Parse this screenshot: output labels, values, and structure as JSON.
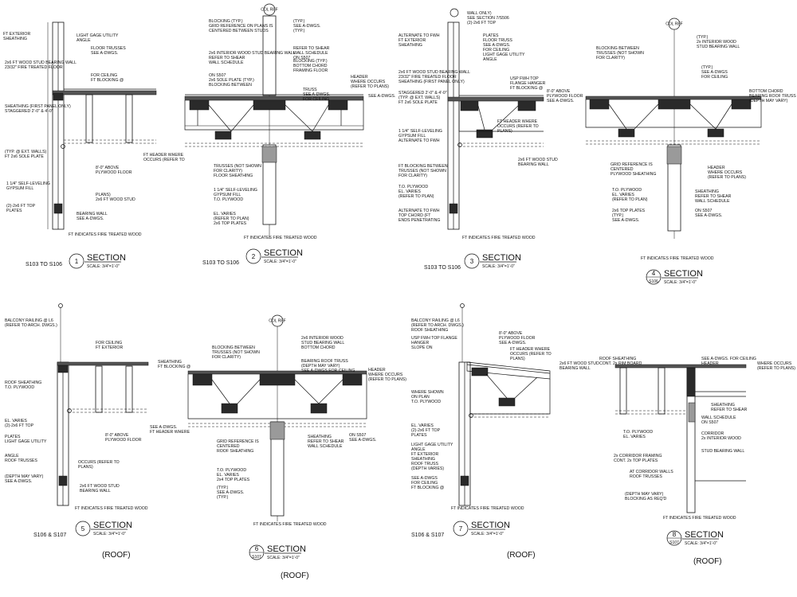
{
  "sections": [
    {
      "id": "s1",
      "num": "1",
      "title": "SECTION",
      "scale": "SCALE: 3/4\"=1'-0\"",
      "sheet_ref": "S103 TO S106",
      "note": "FT INDICATES FIRE TREATED WOOD",
      "labels": [
        "FT EXTERIOR",
        "SHEATHING",
        "2x6 FT WOOD STUD BEARING WALL",
        "23/32\" FIRE TREATED FLOOR",
        "SHEATHING (FIRST PANEL ONLY)",
        "STAGGERED 2'-0\" & 4'-0\"",
        "(TYP. @ EXT. WALLS)",
        "FT 2x6 SOLE PLATE",
        "1 1/4\" SELF-LEVELING",
        "GYPSUM FILL",
        "(2)-2x6 FT TOP",
        "PLATES",
        "LIGHT GAGE UTILITY",
        "ANGLE",
        "FLOOR TRUSSES",
        "SEE A-DWGS.",
        "FOR CEILING",
        "FT BLOCKING @",
        "8'-0\" ABOVE",
        "PLYWOOD FLOOR",
        "FT HEADER WHERE",
        "OCCURS (REFER TO",
        "PLANS)",
        "2x6 FT WOOD STUD",
        "BEARING WALL",
        "SEE A-DWGS."
      ]
    },
    {
      "id": "s2",
      "num": "2",
      "title": "SECTION",
      "scale": "SCALE: 3/4\"=1'-0\"",
      "sheet_ref": "S103 TO S106",
      "note": "FT INDICATES FIRE TREATED WOOD",
      "grid": "COL REF",
      "labels": [
        "BLOCKING (TYP.)",
        "GRID REFERENCE ON PLANS IS",
        "CENTERED BETWEEN STUDS",
        "2x6 INTERIOR WOOD STUD BEARING WALL",
        "REFER TO SHEAR",
        "WALL SCHEDULE",
        "ON S507",
        "2x6 SOLE PLATE (TYP.)",
        "BLOCKING BETWEEN",
        "TRUSSES (NOT SHOWN",
        "FOR CLARITY)",
        "FLOOR SHEATHING",
        "1 1/4\" SELF-LEVELING",
        "GYPSUM FILL",
        "T.O. PLYWOOD",
        "EL. VARIES",
        "(REFER TO PLAN)",
        "2x6 TOP PLATES",
        "(TYP.)",
        "SEE A-DWGS.",
        "(TYP.)",
        "REFER TO SHEAR",
        "WALL SCHEDULE",
        "ON S507",
        "BLOCKING (TYP.)",
        "BOTTOM CHORD",
        "FRAMING FLOOR",
        "TRUSS",
        "SEE A-DWGS.",
        "FOR CEILING",
        "HEADER",
        "WHERE OCCURS",
        "(REFER TO PLANS)",
        "SEE A-DWGS."
      ]
    },
    {
      "id": "s3",
      "num": "3",
      "title": "SECTION",
      "scale": "SCALE: 3/4\"=1'-0\"",
      "sheet_ref": "S103 TO S106",
      "note": "FT INDICATES FIRE TREATED WOOD",
      "labels": [
        "ALTERNATE TO FWH",
        "FT EXTERIOR",
        "SHEATHING",
        "2x6 FT WOOD STUD BEARING WALL",
        "23/32\" FIRE TREATED FLOOR",
        "SHEATHING (FIRST PANEL ONLY)",
        "STAGGERED 2'-0\" & 4'-0\"",
        "(TYP. @ EXT. WALLS)",
        "FT 2x6 SOLE PLATE",
        "1 1/4\" SELF-LEVELING",
        "GYPSUM FILL",
        "ALTERNATE TO FWH",
        "FT BLOCKING BETWEEN",
        "TRUSSES (NOT SHOWN",
        "FOR CLARITY)",
        "T.O. PLYWOOD",
        "EL. VARIES",
        "(REFER TO PLAN)",
        "ALTERNATE TO FWH",
        "TOP CHORD (FT",
        "ENDS PENETRATING",
        "WALL ONLY)",
        "SEE SECTION 7/S506",
        "(2)-2x6 FT TOP",
        "PLATES",
        "FLOOR TRUSS",
        "SEE A-DWGS.",
        "FOR CEILING",
        "LIGHT GAGE UTILITY",
        "ANGLE",
        "USP FWH TOP",
        "FLANGE HANGER",
        "FT BLOCKING @",
        "8'-0\" ABOVE",
        "PLYWOOD FLOOR",
        "SEE A-DWGS.",
        "FT HEADER WHERE",
        "OCCURS (REFER TO",
        "PLANS)",
        "2x6 FT WOOD STUD",
        "BEARING WALL"
      ]
    },
    {
      "id": "s4",
      "num": "4",
      "title": "SECTION",
      "scale": "SCALE: 3/4\"=1'-0\"",
      "sheet_ref": "S106",
      "note": "FT INDICATES FIRE TREATED WOOD",
      "grid": "COL REF",
      "labels": [
        "BLOCKING BETWEEN",
        "TRUSSES (NOT SHOWN",
        "FOR CLARITY)",
        "GRID REFERENCE IS",
        "CENTERED",
        "PLYWOOD SHEATHING",
        "T.O. PLYWOOD",
        "EL. VARIES",
        "(REFER TO PLAN)",
        "2x6 TOP PLATES",
        "(TYP.)",
        "SEE A-DWGS.",
        "(TYP.)",
        "2x INTERIOR WOOD",
        "STUD BEARING WALL",
        "(TYP.)",
        "SEE A-DWGS",
        "FOR CEILING",
        "BOTTOM CHORD",
        "BEARING ROOF TRUSS",
        "(DEPTH MAY VARY)",
        "HEADER",
        "WHERE OCCURS",
        "(REFER TO PLANS)",
        "SHEATHING",
        "REFER TO SHEAR",
        "WALL SCHEDULE",
        "ON S507",
        "SEE A-DWGS."
      ]
    },
    {
      "id": "s5",
      "num": "5",
      "title": "SECTION",
      "scale": "SCALE: 3/4\"=1'-0\"",
      "sheet_ref": "S106 & S107",
      "note": "FT INDICATES FIRE TREATED WOOD",
      "caption": "(ROOF)",
      "labels": [
        "BALCONY RAILING @ L6",
        "(REFER TO ARCH. DWGS.)",
        "ROOF SHEATHING",
        "T.O. PLYWOOD",
        "EL. VARIES",
        "(2)-2x6 FT TOP",
        "PLATES",
        "LIGHT GAGE UTILITY",
        "ANGLE",
        "ROOF TRUSSES",
        "(DEPTH MAY VARY)",
        "SEE A-DWGS.",
        "FOR CEILING",
        "FT EXTERIOR",
        "SHEATHING",
        "FT BLOCKING @",
        "8'-0\" ABOVE",
        "PLYWOOD FLOOR",
        "SEE A-DWGS.",
        "FT HEADER WHERE",
        "OCCURS (REFER TO",
        "PLANS)",
        "2x6 FT WOOD STUD",
        "BEARING WALL"
      ]
    },
    {
      "id": "s6",
      "num": "6",
      "title": "SECTION",
      "scale": "SCALE: 3/4\"=1'-0\"",
      "sheet_ref": "S107",
      "note": "FT INDICATES FIRE TREATED WOOD",
      "caption": "(ROOF)",
      "grid": "COL REF",
      "labels": [
        "BLOCKING BETWEEN",
        "TRUSSES (NOT SHOWN",
        "FOR CLARITY)",
        "GRID REFERENCE IS",
        "CENTERED",
        "ROOF SHEATHING",
        "T.O. PLYWOOD",
        "EL. VARIES",
        "2x4 TOP PLATES",
        "(TYP.)",
        "SEE A-DWGS.",
        "(TYP.)",
        "2x6 INTERIOR WOOD",
        "STUD BEARING WALL",
        "BOTTOM CHORD",
        "BEARING ROOF TRUSS",
        "(DEPTH MAY VARY)",
        "SEE A-DWGS FOR CEILING",
        "HEADER",
        "WHERE OCCURS",
        "(REFER TO PLANS)",
        "SHEATHING",
        "REFER TO SHEAR",
        "WALL SCHEDULE",
        "ON S507",
        "SEE A-DWGS."
      ]
    },
    {
      "id": "s7",
      "num": "7",
      "title": "SECTION",
      "scale": "SCALE: 3/4\"=1'-0\"",
      "sheet_ref": "S106 & S107",
      "note": "FT INDICATES FIRE TREATED WOOD",
      "caption": "(ROOF)",
      "labels": [
        "BALCONY RAILING @ L6",
        "(REFER TO ARCH. DWGS.)",
        "ROOF SHEATHING",
        "USP FWH TOP FLANGE",
        "HANGER",
        "SLOPE ON",
        "WHERE SHOWN",
        "ON PLAN",
        "T.O. PLYWOOD",
        "EL. VARIES",
        "(2)-2x6 FT TOP",
        "PLATES",
        "LIGHT GAGE UTILITY",
        "ANGLE",
        "FT EXTERIOR",
        "SHEATHING",
        "ROOF TRUSS",
        "(DEPTH VARIES)",
        "SEE A-DWGS",
        "FOR CEILING",
        "FT BLOCKING @",
        "8'-0\" ABOVE",
        "PLYWOOD FLOOR",
        "SEE A-DWGS.",
        "FT HEADER WHERE",
        "OCCURS (REFER TO",
        "PLANS)",
        "2x6 FT WOOD STUD",
        "BEARING WALL"
      ]
    },
    {
      "id": "s8",
      "num": "8",
      "title": "SECTION",
      "scale": "SCALE: 3/4\"=1'-0\"",
      "sheet_ref": "S107",
      "note": "FT INDICATES FIRE TREATED WOOD",
      "caption": "(ROOF)",
      "labels": [
        "ROOF SHEATHING",
        "CONT. 2x RIM BOARD",
        "T.O. PLYWOOD",
        "EL. VARIES",
        "2x CORRIDOR FRAMING",
        "CONT. 2x TOP PLATES",
        "AT CORRIDOR WALLS",
        "ROOF TRUSSES",
        "(DEPTH MAY VARY)",
        "BLOCKING AS REQ'D",
        "SEE A-DWGS. FOR CEILING",
        "HEADER",
        "WHERE OCCURS",
        "(REFER TO PLANS)",
        "SHEATHING",
        "REFER TO SHEAR",
        "WALL SCHEDULE",
        "ON S507",
        "CORRIDOR",
        "2x INTERIOR WOOD",
        "STUD BEARING WALL"
      ]
    }
  ]
}
